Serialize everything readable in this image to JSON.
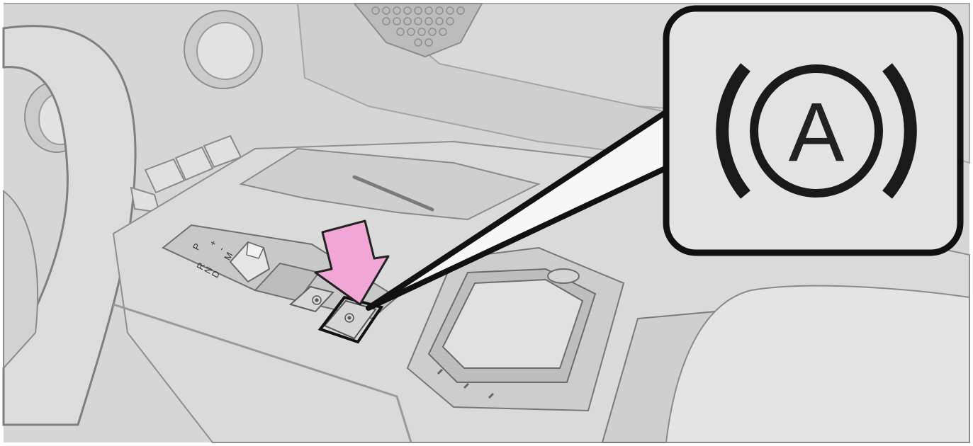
{
  "illustration": {
    "gear_selector": {
      "park": "P",
      "reverse": "R",
      "neutral": "N",
      "drive": "D",
      "manual_plus": "+",
      "manual_minus": "-",
      "manual": "M"
    },
    "callout": {
      "icon": "auto-hold-brake-icon",
      "letter": "A"
    },
    "pointer": {
      "icon": "down-arrow-icon",
      "color": "#f2a6d8"
    },
    "colors": {
      "background": "#d8d8d8",
      "outline": "#222222",
      "callout_fill": "#e3e3e3",
      "highlight_frame": "#111111"
    }
  }
}
